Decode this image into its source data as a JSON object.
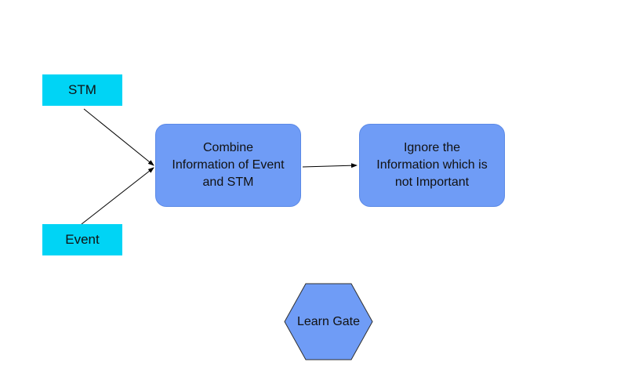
{
  "nodes": {
    "stm": {
      "label": "STM"
    },
    "event": {
      "label": "Event"
    },
    "combine": {
      "label": "Combine\nInformation of Event\nand STM"
    },
    "ignore": {
      "label": "Ignore the\nInformation which is\nnot Important"
    },
    "gate": {
      "label": "Learn Gate"
    }
  },
  "edges": [
    {
      "from": "STM",
      "to": "Combine"
    },
    {
      "from": "Event",
      "to": "Combine"
    },
    {
      "from": "Combine",
      "to": "Ignore"
    }
  ],
  "colors": {
    "input_fill": "#00d4f5",
    "process_fill": "#6f9cf6",
    "gate_fill": "#6f9cf6",
    "arrow": "#000000"
  }
}
